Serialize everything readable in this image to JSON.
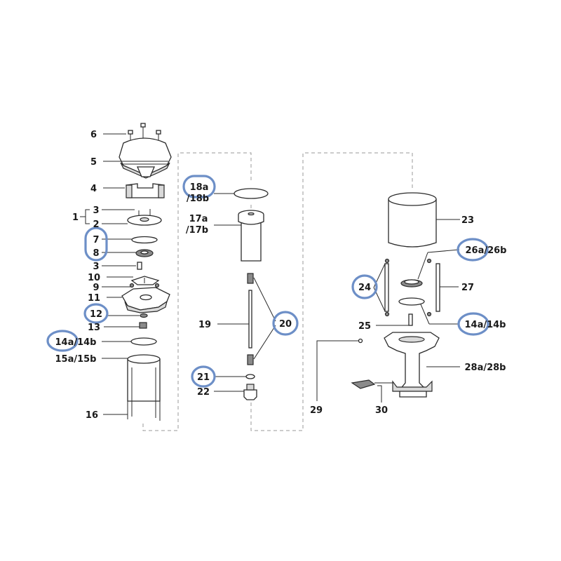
{
  "labels": {
    "l6": "6",
    "l5": "5",
    "l4": "4",
    "l1": "1",
    "l3a": "3",
    "l2": "2",
    "l7": "7",
    "l8": "8",
    "l3b": "3",
    "l10": "10",
    "l9": "9",
    "l11": "11",
    "l12": "12",
    "l13": "13",
    "l14ab_left": "14a/14b",
    "l15ab": "15a/15b",
    "l16": "16",
    "l18a": "18a",
    "l18b": "/18b",
    "l17a": "17a",
    "l17b": "/17b",
    "l19": "19",
    "l20": "20",
    "l21": "21",
    "l22": "22",
    "l23": "23",
    "l26ab": "26a/26b",
    "l24": "24",
    "l27": "27",
    "l25": "25",
    "l14ab_right": "14a/14b",
    "l28ab": "28a/28b",
    "l29": "29",
    "l30": "30"
  },
  "highlight_color": "#6d8fc7"
}
